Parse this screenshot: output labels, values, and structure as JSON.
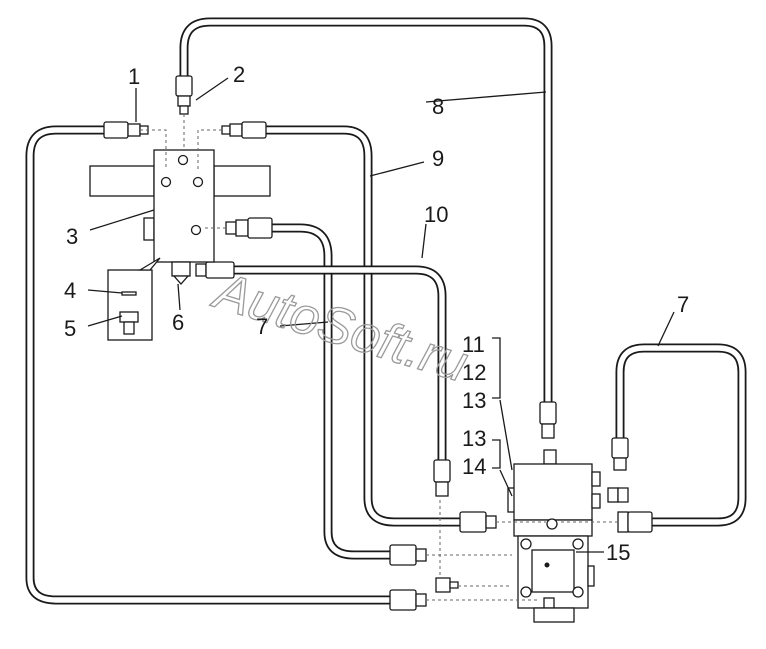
{
  "diagram": {
    "callouts": {
      "c1": "1",
      "c2": "2",
      "c3": "3",
      "c4": "4",
      "c5": "5",
      "c6": "6",
      "c7a": "7",
      "c7b": "7",
      "c8": "8",
      "c9": "9",
      "c10": "10",
      "c11": "11",
      "c12": "12",
      "c13a": "13",
      "c13b": "13",
      "c14": "14",
      "c15": "15"
    },
    "watermark": "AutoSoft.ru"
  }
}
